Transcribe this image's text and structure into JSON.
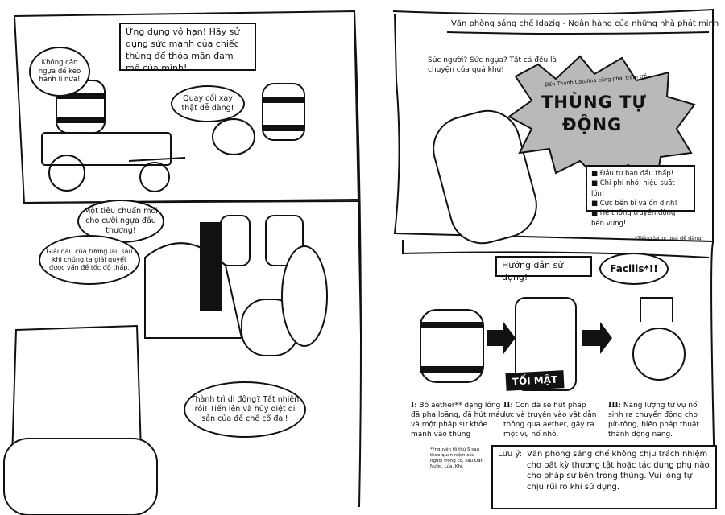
{
  "left_page": {
    "caption_top": "Ứng dụng vô hạn! Hãy sử dụng sức mạnh của chiếc thùng để thỏa mãn đam mê của mình!",
    "bubble_cart": "Không cần ngựa để kéo hành lí nữa!",
    "bubble_mill": "Quay cối xay thật dễ dàng!",
    "bubble_joust": "Một tiêu chuẩn mới cho cưỡi ngựa đấu thương!",
    "bubble_future": "Giải đấu của tương lai, sau khi chúng ta giải quyết được vấn đề tốc độ thấp.",
    "bubble_fortress": "Thành trì di động? Tất nhiên rồi! Tiến lên và hủy diệt di sản của đế chế cổ đại!"
  },
  "right_page": {
    "header": "Văn phòng sáng chế Idazig - Ngân hàng của những nhà phát minh",
    "intro": "Sức người? Sức ngựa? Tất cả đều là chuyện của quá khứ!",
    "burst_small": "Đến Thánh Catalina cũng phải trầm trồ",
    "title_line1": "THÙNG TỰ",
    "title_line2": "ĐỘNG",
    "features": [
      "Đầu tư ban đầu thấp!",
      "Chi phí nhỏ, hiệu suất lớn!",
      "Cực bền bỉ và ổn định!",
      "Hệ thống truyền động bền vững!"
    ],
    "latin_note": "*Tiếng latin: quá dễ dàng!",
    "guide_title": "Hướng dẫn sử dụng!",
    "facilis": "Facilis*!!",
    "secret_label": "TỐI MẬT",
    "steps": [
      {
        "num": "I:",
        "text": "Bỏ aether** dạng lỏng đã pha loãng, đã hút máu và một pháp sư khỏe mạnh vào thùng"
      },
      {
        "num": "II:",
        "text": "Con đà sẽ hút pháp lực và truyền vào vật dẫn thông qua aether, gây ra một vụ nổ nhỏ."
      },
      {
        "num": "III:",
        "text": "Năng lượng từ vụ nổ sinh ra chuyển động cho pít-tông, biến pháp thuật thành động năng."
      }
    ],
    "footnote": "**nguyên tố thứ 5 sau theo quan niệm của người trong cổ, sau Đất, Nước, Lửa, Khí.",
    "disclaimer_label": "Lưu ý:",
    "disclaimer": "Văn phòng sáng chế không chịu trách nhiệm cho bất kỳ thương tật hoặc tác dụng phụ nào cho pháp sư bên trong thùng. Vui lòng tự chịu rủi ro khi sử dụng."
  },
  "colors": {
    "ink": "#111111",
    "burst": "#b9b9b9",
    "paper": "#ffffff"
  }
}
